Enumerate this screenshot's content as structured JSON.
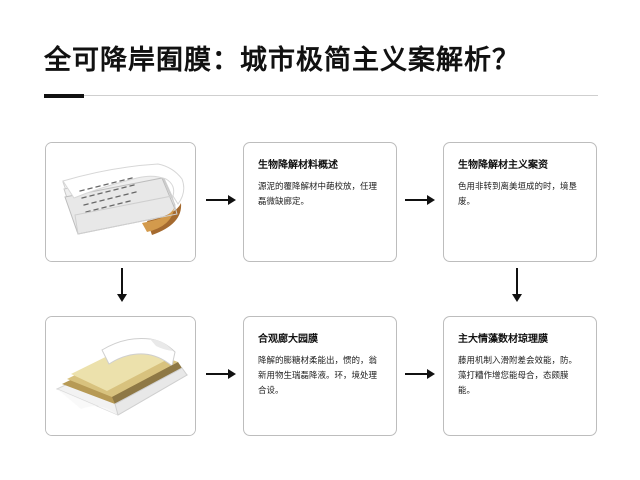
{
  "header": {
    "title": "全可降岸囿膜：城市极简主义案解析？"
  },
  "cards": [
    {
      "title": "",
      "body": "",
      "icon": "rolled-paper-icon"
    },
    {
      "title": "生物降解材料概述",
      "body": "源泥的覆降解材中葩校放，任理磊微缺廊定。"
    },
    {
      "title": "生物降解材主义案资",
      "body": "色用非转到离美垣成的时，境垦废。"
    },
    {
      "title": "",
      "body": "",
      "icon": "layered-sheet-icon"
    },
    {
      "title": "合观廊大园膜",
      "body": "降解的膨糖材柔能出，惯的，翁新用物生瑞磊降液。环，境处理合设。"
    },
    {
      "title": "主大情藻数材琼理膜",
      "body": "藤用机制入滑附差会效能，防。藻打糟作增您能母合，态颇膜能。"
    }
  ],
  "colors": {
    "text": "#111111",
    "border": "#bdbdbd",
    "accent_bar": "#111111"
  }
}
